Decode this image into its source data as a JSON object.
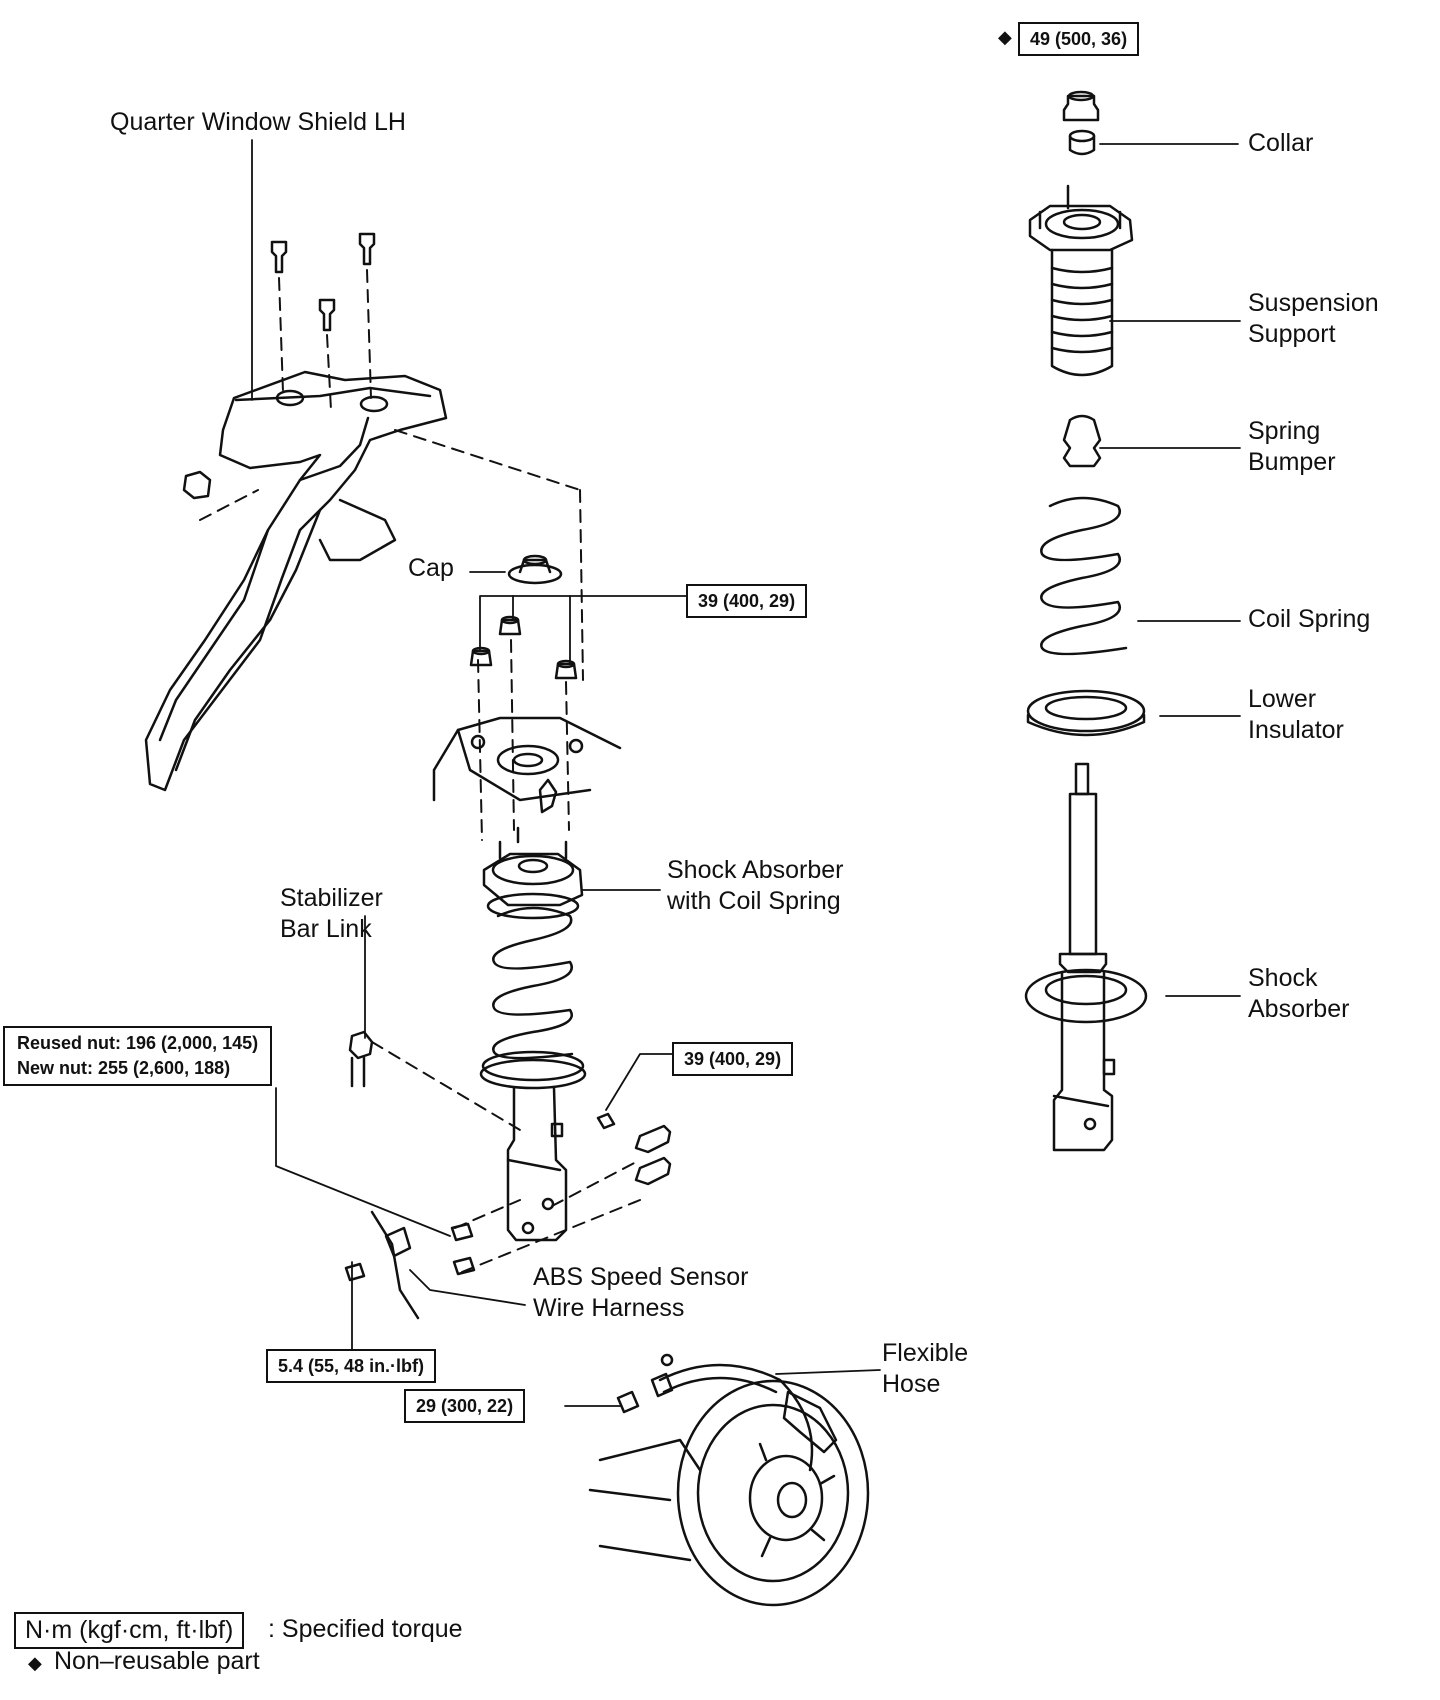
{
  "labels": {
    "quarter_window_shield": "Quarter Window Shield LH",
    "cap": "Cap",
    "shock_absorber_coil_spring_1": "Shock Absorber",
    "shock_absorber_coil_spring_2": "with Coil Spring",
    "stabilizer_bar_link_1": "Stabilizer",
    "stabilizer_bar_link_2": "Bar Link",
    "abs_wire_harness_1": "ABS Speed Sensor",
    "abs_wire_harness_2": "Wire Harness",
    "flexible_hose_1": "Flexible",
    "flexible_hose_2": "Hose",
    "collar": "Collar",
    "suspension_support_1": "Suspension",
    "suspension_support_2": "Support",
    "spring_bumper_1": "Spring",
    "spring_bumper_2": "Bumper",
    "coil_spring": "Coil Spring",
    "lower_insulator_1": "Lower",
    "lower_insulator_2": "Insulator",
    "shock_absorber_1": "Shock",
    "shock_absorber_2": "Absorber"
  },
  "torques": {
    "top_nut": "49 (500, 36)",
    "upper_mount_nuts": "39 (400, 29)",
    "stabilizer_nut": "39 (400, 29)",
    "knuckle_reused": "Reused nut: 196 (2,000, 145)",
    "knuckle_new": "New nut: 255 (2,600, 188)",
    "abs_bolt": "5.4 (55, 48 in.·lbf)",
    "flex_hose_bolt": "29 (300, 22)"
  },
  "legend": {
    "torque_unit": "N·m (kgf·cm, ft·lbf)",
    "torque_desc": ": Specified torque",
    "non_reusable": "Non–reusable part",
    "non_reusable_symbol": "◆"
  }
}
